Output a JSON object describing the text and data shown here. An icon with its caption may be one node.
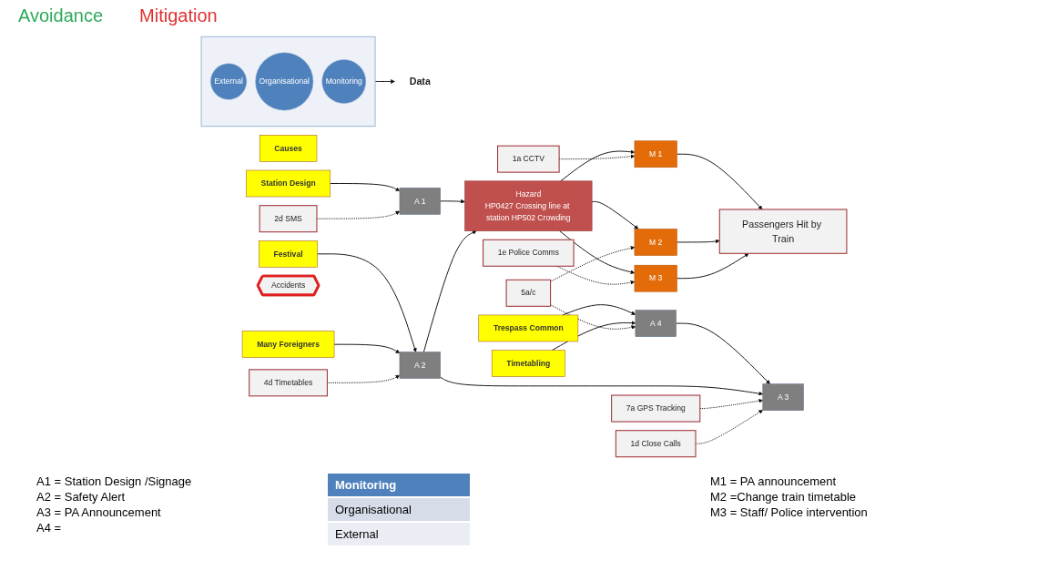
{
  "diagram": {
    "nodes": [
      {
        "text": [],
        "shape": "funnel"
      },
      {
        "text": [
          "External"
        ],
        "in": 0
      },
      {
        "text": [
          "Organisational"
        ],
        "in": 0
      },
      {
        "text": [
          "Monitoring"
        ],
        "in": 0
      },
      {
        "text": [
          "Data"
        ]
      },
      {
        "text": [
          "Causes"
        ]
      },
      {
        "text": [
          "Station Design"
        ]
      },
      {
        "text": [
          "Festival"
        ]
      },
      {
        "text": [
          "Many Foreigners"
        ]
      },
      {
        "text": [
          "Trespass Common"
        ]
      },
      {
        "text": [
          "Timetabling"
        ]
      },
      {
        "text": [
          "A 1"
        ]
      },
      {
        "text": [
          "A 2"
        ]
      },
      {
        "text": [
          "A 3"
        ]
      },
      {
        "text": [
          "A 4"
        ]
      },
      {
        "text": [
          "Hazard",
          "HP0427 Crossing line at station HP502 Crowding"
        ]
      },
      {
        "text": [
          "M 1"
        ]
      },
      {
        "text": [
          "M 2"
        ]
      },
      {
        "text": [
          "M 3"
        ]
      },
      {
        "text": [
          "Passengers Hit by Train"
        ]
      },
      {
        "text": [
          "Accidents"
        ]
      },
      {
        "text": [
          "1a CCTV"
        ]
      },
      {
        "text": [
          "2d SMS"
        ]
      },
      {
        "text": [
          "1d Close Calls"
        ]
      },
      {
        "text": [
          "4d Timetables"
        ]
      },
      {
        "text": [
          "7a GPS Tracking"
        ]
      },
      {
        "text": [
          "1e Police Comms"
        ]
      },
      {
        "text": [
          "5a/c"
        ]
      }
    ],
    "edges": [
      {
        "from": 0,
        "to": 4,
        "arrow": "to"
      },
      {
        "from": 6,
        "to": 11,
        "arrow": "to"
      },
      {
        "from": 7,
        "to": 12,
        "arrow": "to"
      },
      {
        "from": 8,
        "to": 12,
        "arrow": "to"
      },
      {
        "from": 9,
        "to": 14,
        "arrow": "to"
      },
      {
        "from": 10,
        "to": 14,
        "arrow": "to"
      },
      {
        "from": 14,
        "to": 13,
        "arrow": "to"
      },
      {
        "from": 11,
        "to": 15,
        "arrow": "to"
      },
      {
        "from": 12,
        "to": 15,
        "arrow": "to"
      },
      {
        "from": 12,
        "to": 13,
        "arrow": "to"
      },
      {
        "from": 15,
        "to": 16,
        "arrow": "to"
      },
      {
        "from": 15,
        "to": 17,
        "arrow": "to"
      },
      {
        "from": 15,
        "to": 18,
        "arrow": "to"
      },
      {
        "from": 16,
        "to": 19,
        "arrow": "to"
      },
      {
        "from": 17,
        "to": 19,
        "arrow": "to"
      },
      {
        "from": 18,
        "to": 19,
        "arrow": "to"
      },
      {
        "from": 22,
        "to": 11,
        "arrow": "to",
        "style": "dashed"
      },
      {
        "from": 25,
        "to": 13,
        "arrow": "to",
        "style": "dashed"
      },
      {
        "from": 24,
        "to": 12,
        "arrow": "to",
        "style": "dashed"
      },
      {
        "from": 23,
        "to": 13,
        "arrow": "to",
        "style": "dashed"
      },
      {
        "from": 27,
        "to": 14,
        "arrow": "to",
        "style": "dashed"
      },
      {
        "from": 21,
        "to": 16,
        "arrow": "to",
        "style": "dashed"
      },
      {
        "from": 26,
        "to": 18,
        "arrow": "to",
        "style": "dashed"
      },
      {
        "from": 27,
        "to": 17,
        "arrow": "to",
        "style": "dashed"
      }
    ],
    "labels": [
      "Avoidance",
      "Mitigation",
      "A1 = Station Design /Signage",
      "A2 = Safety Alert",
      "A3 = PA Announcement",
      "A4 =",
      "M1 = PA announcement",
      "M2 =Change train timetable",
      "M3 = Staff/ Police intervention"
    ],
    "legend": [
      {
        "text": "Monitoring",
        "color": "#4f81bd"
      },
      {
        "text": "Organisational",
        "color": "#d6dce8"
      },
      {
        "text": "External",
        "color": "#eaeef4"
      }
    ]
  }
}
